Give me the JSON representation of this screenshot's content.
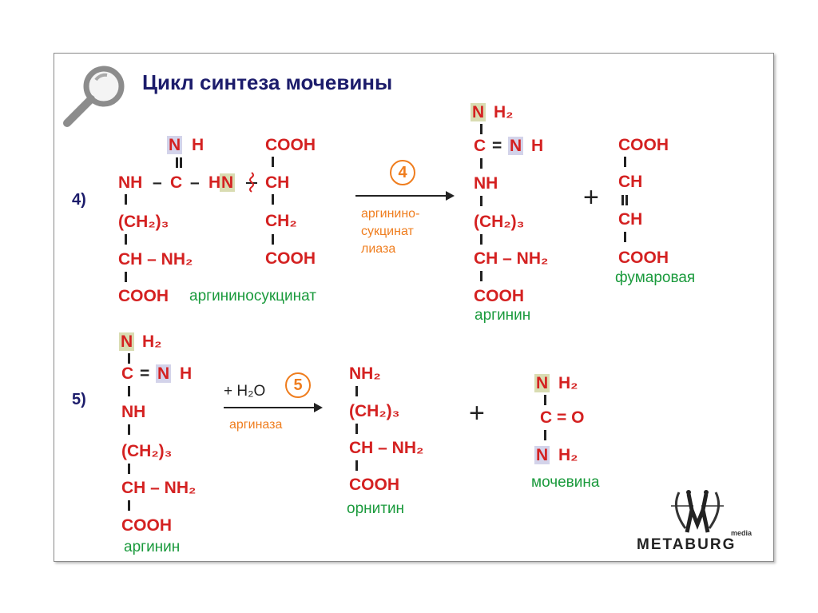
{
  "title": "Цикл синтеза мочевины",
  "colors": {
    "formula": "#d42121",
    "name": "#1a9a3c",
    "enzyme": "#ef7d1e",
    "title": "#1c1c6b"
  },
  "reaction4": {
    "number": "4)",
    "substrate": {
      "top_N": "N",
      "top_H": "H",
      "row_nh": "NH",
      "dash1": "–",
      "c": "C",
      "dash2": "–",
      "hn_h": "H",
      "hn_n": "N",
      "ch": "CH",
      "ch2_3": "(CH₂)₃",
      "ch_nh2": "CH – NH₂",
      "cooh_bottom": "COOH",
      "right_cooh_top": "COOH",
      "right_ch2": "CH₂",
      "right_cooh_bottom": "COOH",
      "name": "аргининосукцинат"
    },
    "step": "4",
    "enzyme_lines": [
      "аргинино-",
      "сукцинат",
      "лиаза"
    ],
    "product1": {
      "n": "N",
      "h2": "H₂",
      "c": "C",
      "eq": "=",
      "n2": "N",
      "h": "H",
      "nh": "NH",
      "ch2_3": "(CH₂)₃",
      "ch_nh2": "CH – NH₂",
      "cooh": "COOH",
      "name": "аргинин"
    },
    "plus": "+",
    "product2": {
      "cooh_top": "COOH",
      "ch1": "CH",
      "ch2": "CH",
      "cooh_bottom": "COOH",
      "name": "фумаровая"
    }
  },
  "reaction5": {
    "number": "5)",
    "substrate": {
      "n": "N",
      "h2": "H₂",
      "c": "C",
      "eq": "=",
      "n2": "N",
      "h": "H",
      "nh": "NH",
      "ch2_3": "(CH₂)₃",
      "ch_nh2": "CH – NH₂",
      "cooh": "COOH",
      "name": "аргинин"
    },
    "reagent": "+ H₂O",
    "step": "5",
    "enzyme": "аргиназа",
    "product1": {
      "nh2": "NH₂",
      "ch2_3": "(CH₂)₃",
      "ch_nh2": "CH – NH₂",
      "cooh": "COOH",
      "name": "орнитин"
    },
    "plus": "+",
    "product2": {
      "n1": "N",
      "h2a": "H₂",
      "c_eq_o": "C = O",
      "n2": "N",
      "h2b": "H₂",
      "name": "мочевина"
    }
  },
  "logo": {
    "brand": "METABURG",
    "sub": "media"
  }
}
